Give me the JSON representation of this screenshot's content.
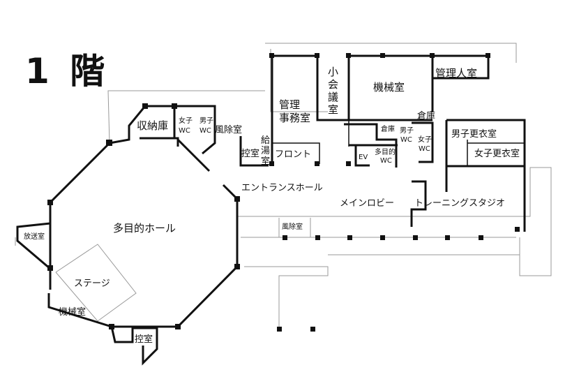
{
  "title": "1 階",
  "rooms": {
    "multipurpose_hall": "多目的ホール",
    "stage": "ステージ",
    "broadcast_room": "放送室",
    "machine_room_west": "機械室",
    "waiting_room_south": "控室",
    "storage": "収納庫",
    "womens_wc_west": [
      "女子",
      "WC"
    ],
    "mens_wc_west": [
      "男子",
      "WC"
    ],
    "windbreak_north": "風除室",
    "waiting_room": "控室",
    "kitchenette": [
      "給",
      "湯",
      "室"
    ],
    "front_desk": "フロント",
    "admin_office": [
      "管理",
      "事務室"
    ],
    "small_meeting_room": [
      "小",
      "会",
      "議",
      "室"
    ],
    "machine_room": "機械室",
    "manager_room": "管理人室",
    "storeroom_1": "倉庫",
    "storeroom_2": "倉庫",
    "mens_wc": [
      "男子",
      "WC"
    ],
    "womens_wc": [
      "女子",
      "WC"
    ],
    "ev": "EV",
    "multipurpose_wc": [
      "多目的",
      "WC"
    ],
    "mens_locker": "男子更衣室",
    "womens_locker": "女子更衣室",
    "entrance_hall": "エントランスホール",
    "main_lobby": "メインロビー",
    "training_studio": "トレーニングスタジオ",
    "windbreak_south": "風除室"
  }
}
